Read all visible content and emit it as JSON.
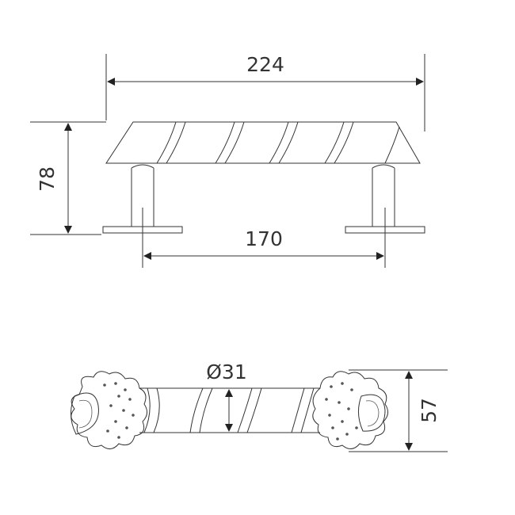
{
  "dimensions": {
    "overall_length": "224",
    "height": "78",
    "leg_spacing": "170",
    "tube_diameter": "Ø31",
    "base_width": "57"
  },
  "colors": {
    "line": "#333333",
    "arrow": "#222222",
    "background": "#ffffff"
  }
}
